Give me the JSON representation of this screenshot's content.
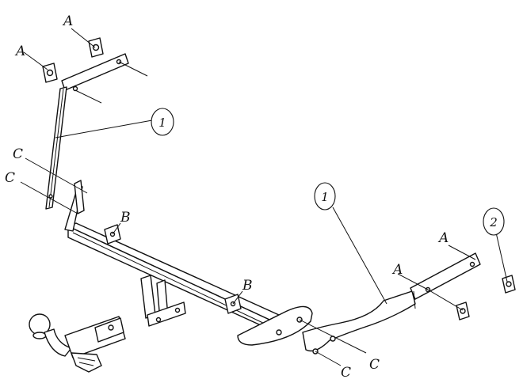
{
  "labels": {
    "a1": "A",
    "a2": "A",
    "a3": "A",
    "a4": "A",
    "b1": "B",
    "b2": "B",
    "c1": "C",
    "c2": "C",
    "c3": "C",
    "c4": "C",
    "bubble_left": "1",
    "bubble_right": "1",
    "bubble_nut": "2"
  }
}
